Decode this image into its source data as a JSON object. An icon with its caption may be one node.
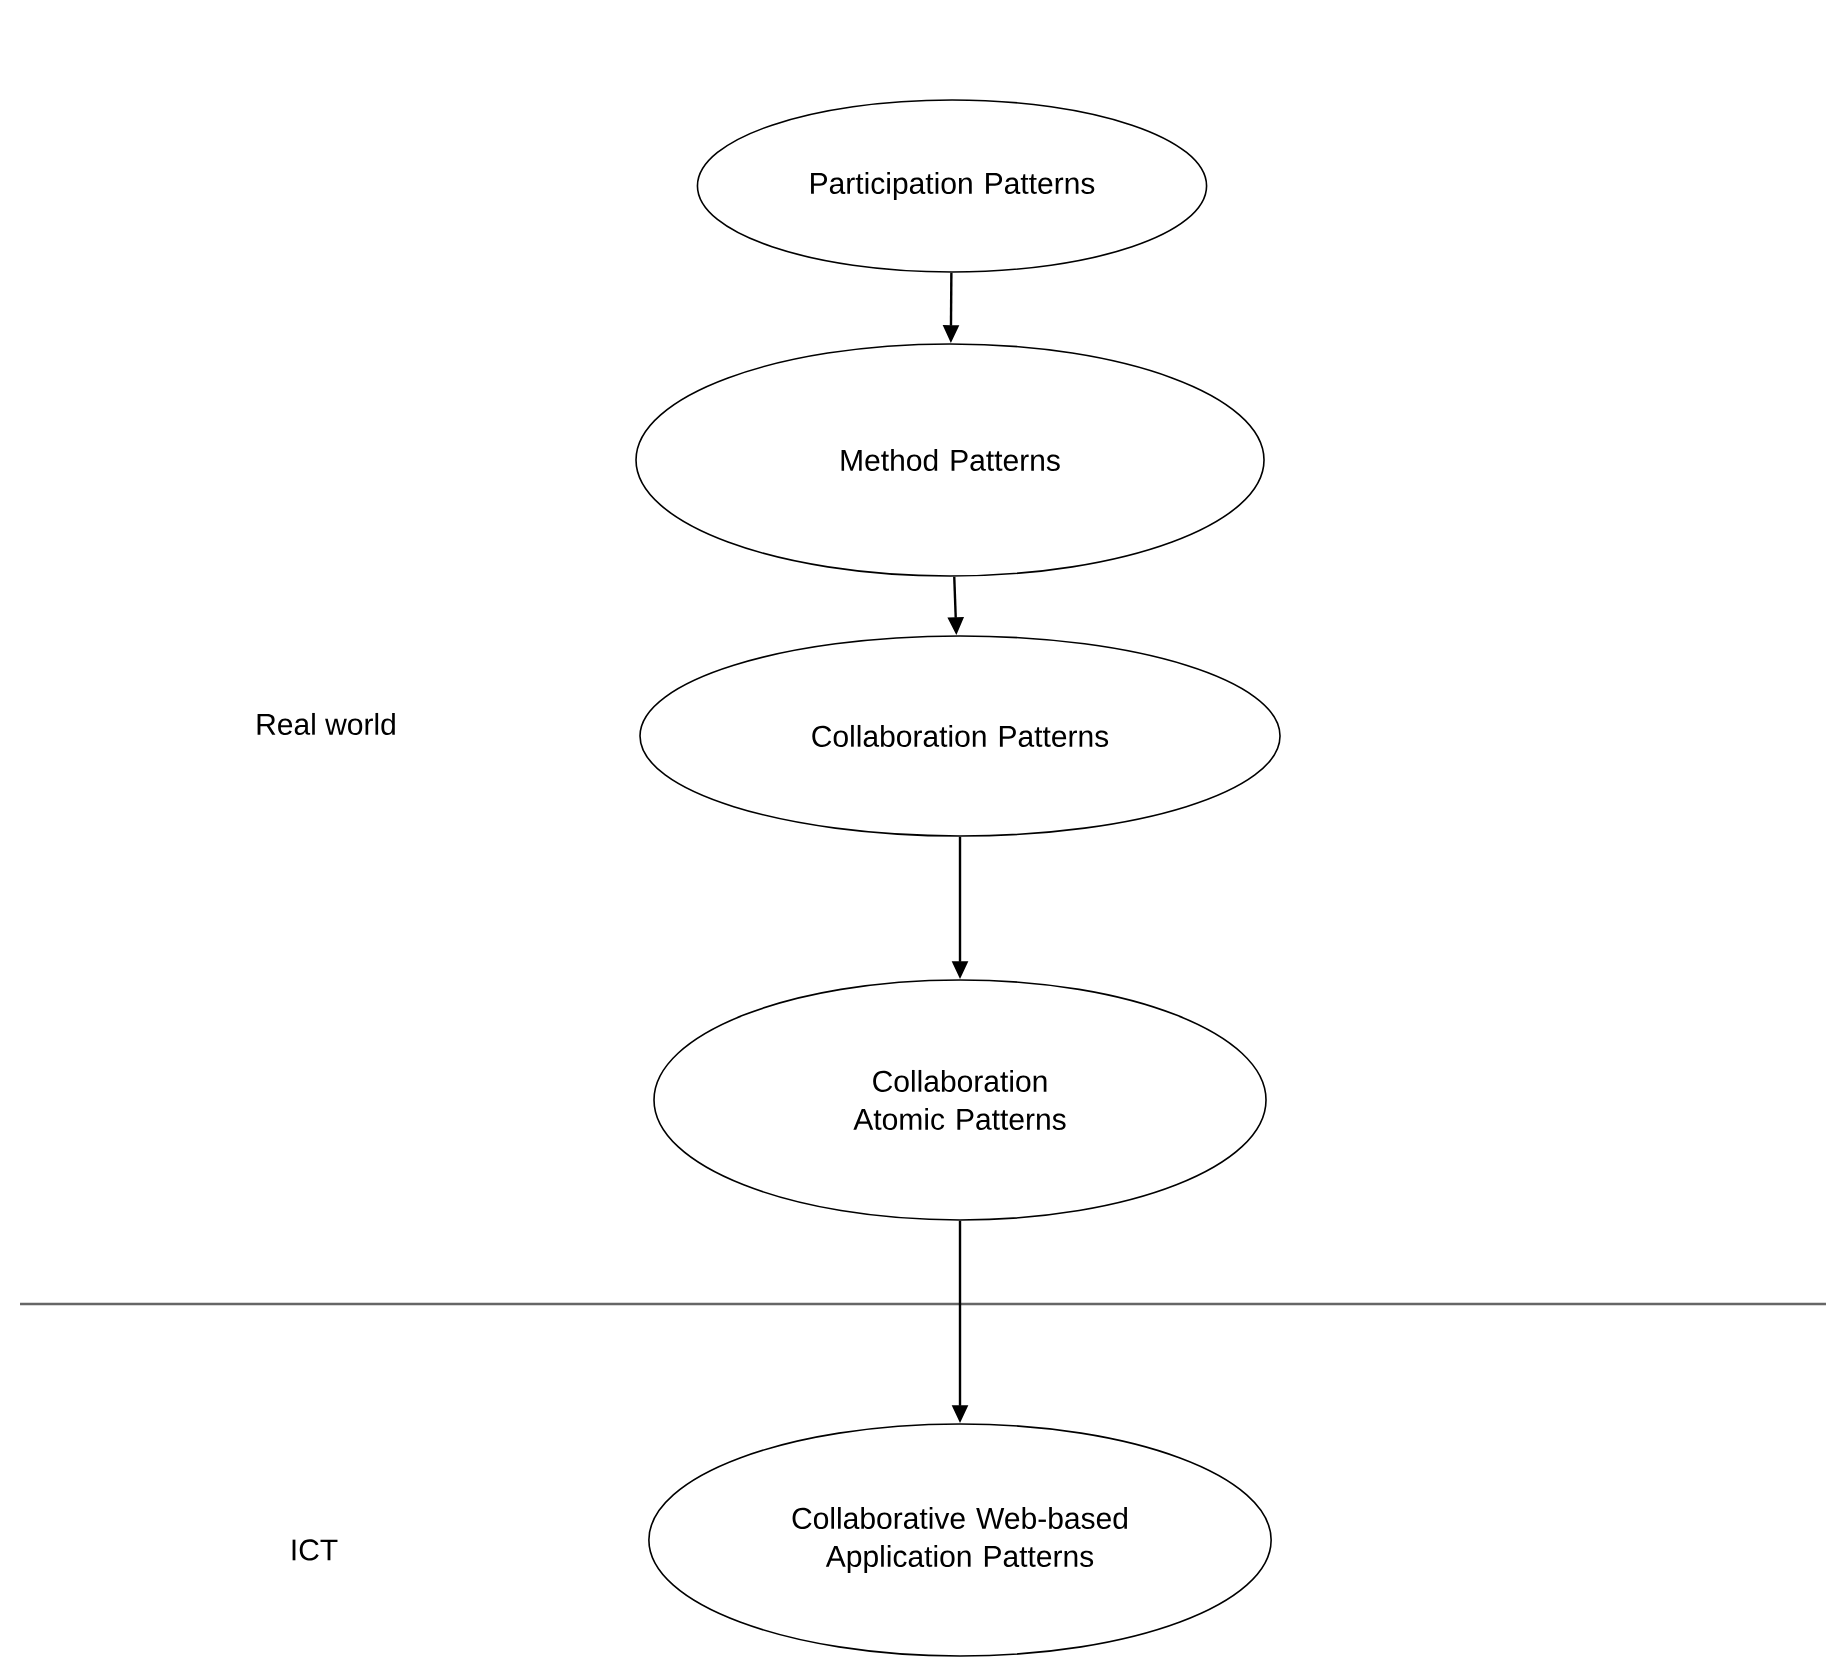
{
  "diagram": {
    "nodes": [
      {
        "text": [
          "Participation Patterns"
        ]
      },
      {
        "text": [
          "Method Patterns"
        ]
      },
      {
        "text": [
          "Collaboration Patterns"
        ]
      },
      {
        "text": [
          "Collaboration Atomic Patterns"
        ]
      },
      {
        "text": [
          "Collaborative Web-based Application Patterns"
        ]
      }
    ],
    "edges": [
      {
        "from": 0,
        "to": 1,
        "arrow": "to"
      },
      {
        "from": 1,
        "to": 2,
        "arrow": "to"
      },
      {
        "from": 2,
        "to": 3,
        "arrow": "to"
      },
      {
        "from": 3,
        "to": 4,
        "arrow": "to"
      }
    ],
    "labels": [
      "Real world",
      "ICT"
    ]
  }
}
